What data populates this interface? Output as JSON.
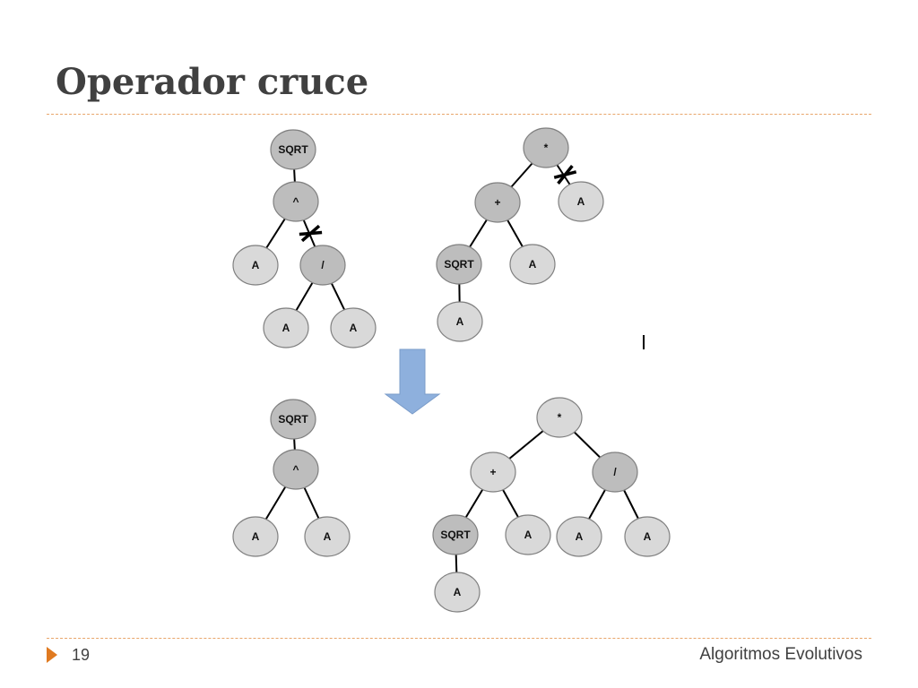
{
  "slide": {
    "title": "Operador cruce",
    "page_number": "19",
    "footer": "Algoritmos Evolutivos"
  },
  "colors": {
    "title": "#404040",
    "rule": "#e8a56a",
    "bullet": "#e07a20",
    "arrow": "#8eb0dd",
    "node_light": "#d9d9d9",
    "node_dark": "#bdbdbd"
  },
  "trees": [
    {
      "id": "parent-1",
      "nodes": [
        {
          "id": "n1",
          "label": "SQRT",
          "shade": "dark"
        },
        {
          "id": "n2",
          "label": "^",
          "shade": "dark",
          "parent": "n1"
        },
        {
          "id": "n3",
          "label": "A",
          "shade": "light",
          "parent": "n2"
        },
        {
          "id": "n4",
          "label": "/",
          "shade": "dark",
          "parent": "n2",
          "cut": true
        },
        {
          "id": "n5",
          "label": "A",
          "shade": "light",
          "parent": "n4"
        },
        {
          "id": "n6",
          "label": "A",
          "shade": "light",
          "parent": "n4"
        }
      ]
    },
    {
      "id": "parent-2",
      "nodes": [
        {
          "id": "m1",
          "label": "*",
          "shade": "dark"
        },
        {
          "id": "m2",
          "label": "+",
          "shade": "dark",
          "parent": "m1"
        },
        {
          "id": "m3",
          "label": "A",
          "shade": "light",
          "parent": "m1",
          "cut": true
        },
        {
          "id": "m4",
          "label": "SQRT",
          "shade": "dark",
          "parent": "m2"
        },
        {
          "id": "m5",
          "label": "A",
          "shade": "light",
          "parent": "m2"
        },
        {
          "id": "m6",
          "label": "A",
          "shade": "light",
          "parent": "m4"
        }
      ]
    },
    {
      "id": "child-1",
      "nodes": [
        {
          "id": "c1",
          "label": "SQRT",
          "shade": "dark"
        },
        {
          "id": "c2",
          "label": "^",
          "shade": "dark",
          "parent": "c1"
        },
        {
          "id": "c3",
          "label": "A",
          "shade": "light",
          "parent": "c2"
        },
        {
          "id": "c4",
          "label": "A",
          "shade": "light",
          "parent": "c2"
        }
      ]
    },
    {
      "id": "child-2",
      "nodes": [
        {
          "id": "d1",
          "label": "*",
          "shade": "light"
        },
        {
          "id": "d2",
          "label": "+",
          "shade": "light",
          "parent": "d1"
        },
        {
          "id": "d3",
          "label": "/",
          "shade": "dark",
          "parent": "d1"
        },
        {
          "id": "d4",
          "label": "SQRT",
          "shade": "dark",
          "parent": "d2"
        },
        {
          "id": "d5",
          "label": "A",
          "shade": "light",
          "parent": "d2"
        },
        {
          "id": "d6",
          "label": "A",
          "shade": "light",
          "parent": "d3"
        },
        {
          "id": "d7",
          "label": "A",
          "shade": "light",
          "parent": "d3"
        },
        {
          "id": "d8",
          "label": "A",
          "shade": "light",
          "parent": "d4"
        }
      ]
    }
  ]
}
